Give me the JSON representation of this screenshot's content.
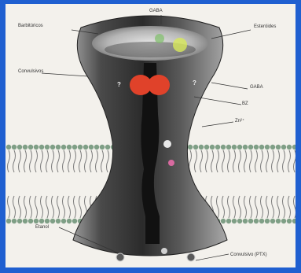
{
  "diagram": {
    "labels": {
      "gaba_top": "GABA",
      "barbiturates": "Barbitúricos",
      "steroids": "Esteróides",
      "convulsants": "Convulsivos",
      "gaba_right": "GABA",
      "bz": "BZ",
      "zinc": "Zn²⁺",
      "ethanol": "Etanol",
      "convulsant_ptx": "Convulsivo (PTX)"
    },
    "subunits": {
      "left": "?",
      "right": "?"
    },
    "colors": {
      "background_frame": "#1f5fd0",
      "receptor_body": "#3a3a3a",
      "receptor_highlight": "#8a8a8a",
      "channel_pore": "#111111",
      "gaba_site": "#e0422a",
      "membrane_heads": "#7f9f86",
      "membrane_tails": "#7d7d7d"
    }
  }
}
